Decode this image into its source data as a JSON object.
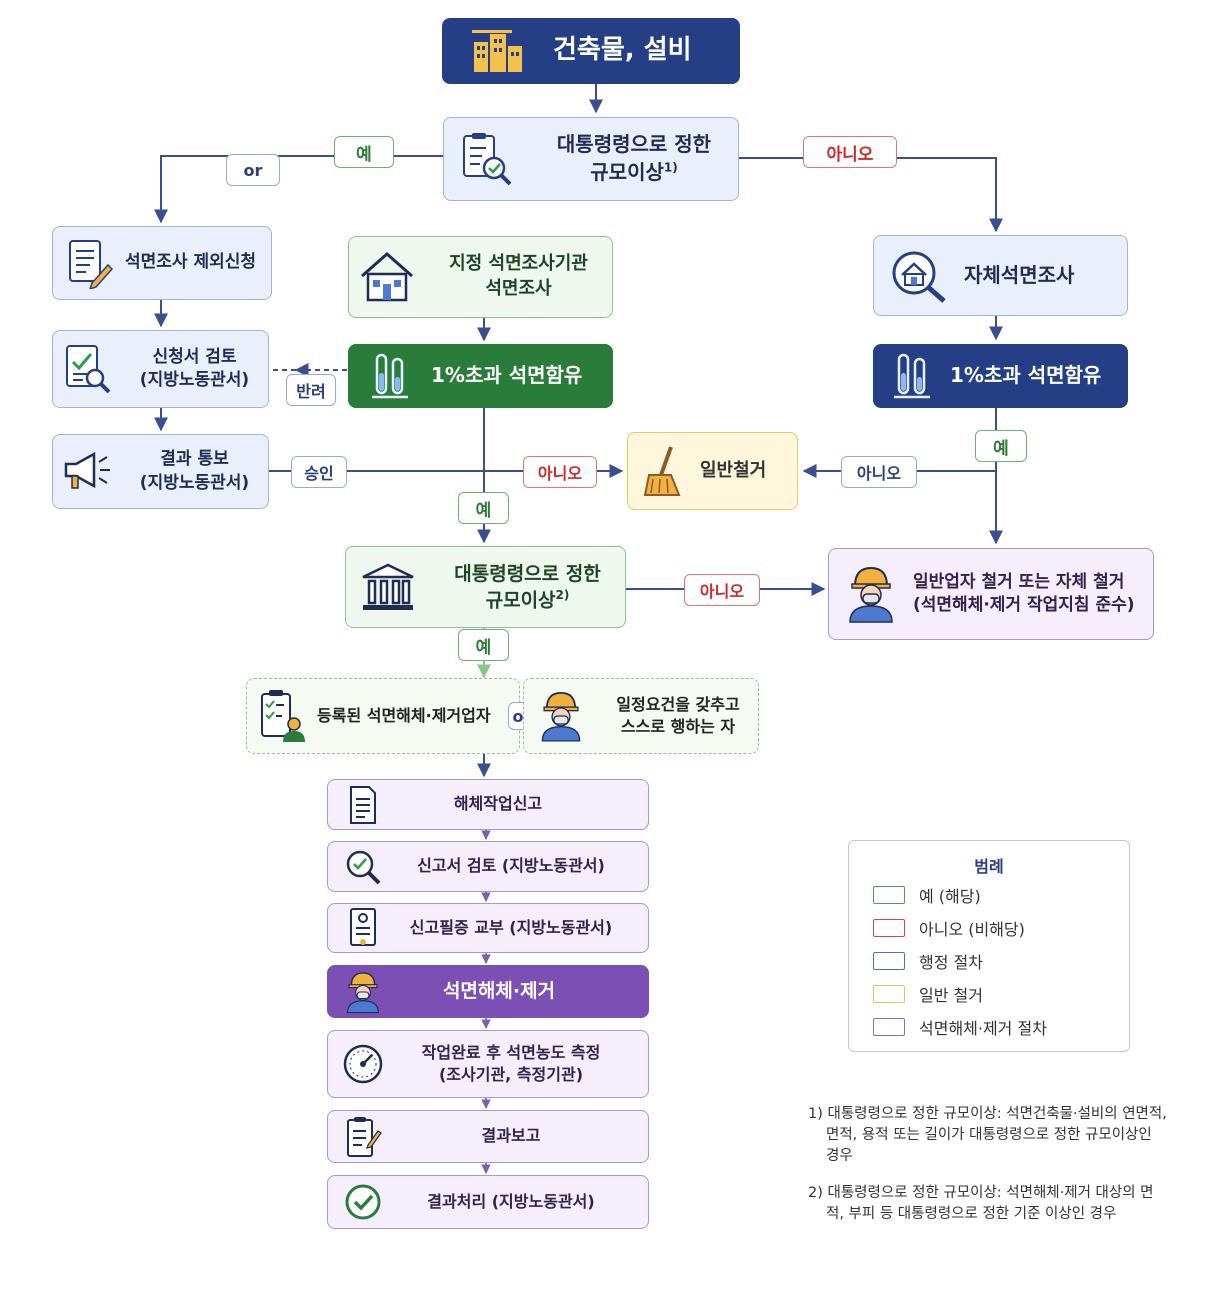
{
  "nodes": {
    "top": "건축물, 설비",
    "q1": {
      "line1": "대통령령으로 정한",
      "line2": "규모이상",
      "sup": "1)"
    },
    "exempt": "석면조사 제외신청",
    "designated": {
      "line1": "지정 석면조사기관",
      "line2": "석면조사"
    },
    "selfsurvey": "자체석면조사",
    "review": {
      "line1": "신청서 검토",
      "line2": "(지방노동관서)"
    },
    "pct_center": "1%초과 석면함유",
    "pct_right": "1%초과 석면함유",
    "result": {
      "line1": "결과 통보",
      "line2": "(지방노동관서)"
    },
    "general_demolition": "일반철거",
    "q2": {
      "line1": "대통령령으로 정한",
      "line2": "규모이상",
      "sup": "2)"
    },
    "general_or_self": {
      "line1": "일반업자 철거 또는 자체 철거",
      "line2": "(석면해체·제거 작업지침 준수)"
    },
    "registered": "등록된 석면해체·제거업자",
    "qualified": {
      "line1": "일정요건을 갖추고",
      "line2": "스스로 행하는 자"
    },
    "steps": [
      "해체작업신고",
      "신고서 검토 (지방노동관서)",
      "신고필증 교부 (지방노동관서)",
      "석면해체·제거",
      {
        "line1": "작업완료 후 석면농도 측정",
        "line2": "(조사기관, 측정기관)"
      },
      "결과보고",
      "결과처리 (지방노동관서)"
    ]
  },
  "tags": {
    "yes": "예",
    "no": "아니오",
    "or": "or",
    "reject": "반려",
    "approve": "승인"
  },
  "legend": {
    "title": "범례",
    "items": [
      {
        "label": "예 (해당)",
        "color": "#4d9a56"
      },
      {
        "label": "아니오  (비해당)",
        "color": "#d64545"
      },
      {
        "label": "행정 절차",
        "color": "#4b6fc4"
      },
      {
        "label": "일반 철거",
        "color": "#e8c25a"
      },
      {
        "label": "석면해체·제거 절차",
        "color": "#8d68c5"
      }
    ]
  },
  "notes": [
    "1) 대통령령으로 정한 규모이상: 석면건축물·설비의 연면적, 면적, 용적 또는 길이가 대통령령으로 정한 규모이상인 경우",
    "2) 대통령령으로 정한 규모이상: 석면해체·제거 대상의 면적, 부피 등 대통령령으로 정한 기준 이상인 경우"
  ],
  "colors": {
    "navy": "#243f86",
    "green": "#2a7c3a",
    "purple": "#7c4fb4",
    "arrow": "#3a4f8f"
  }
}
